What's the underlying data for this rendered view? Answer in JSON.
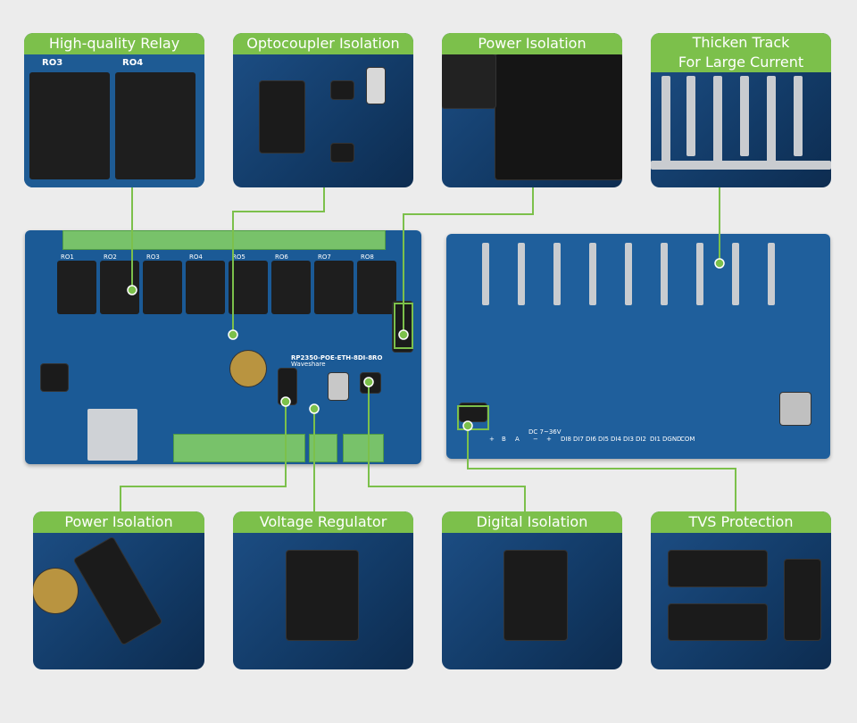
{
  "callouts_top": [
    {
      "label": "High-quality Relay"
    },
    {
      "label": "Optocoupler Isolation"
    },
    {
      "label": "Power Isolation"
    },
    {
      "label": "Thicken Track\nFor Large Current"
    }
  ],
  "callouts_bottom": [
    {
      "label": "Power Isolation"
    },
    {
      "label": "Voltage Regulator"
    },
    {
      "label": "Digital Isolation"
    },
    {
      "label": "TVS Protection"
    }
  ],
  "front_board": {
    "model": "RP2350-POE-ETH-8DI-8RO",
    "relay_labels": [
      "RO1",
      "RO2",
      "RO3",
      "RO4",
      "RO5",
      "RO6",
      "RO7",
      "RO8"
    ],
    "brand": "Waveshare"
  },
  "back_board": {
    "power_label": "DC 7~36V",
    "pins": [
      "+",
      "B",
      "A",
      "−",
      "+",
      "DI8",
      "DI7",
      "DI6",
      "DI5",
      "DI4",
      "DI3",
      "DI2",
      "DI1",
      "DGND",
      "COM"
    ]
  },
  "relay_closeup": {
    "labels": [
      "RO3",
      "RO4"
    ]
  },
  "colors": {
    "accent_green": "#7cc04b",
    "pcb_blue": "#1b5a96",
    "background": "#ececec"
  }
}
